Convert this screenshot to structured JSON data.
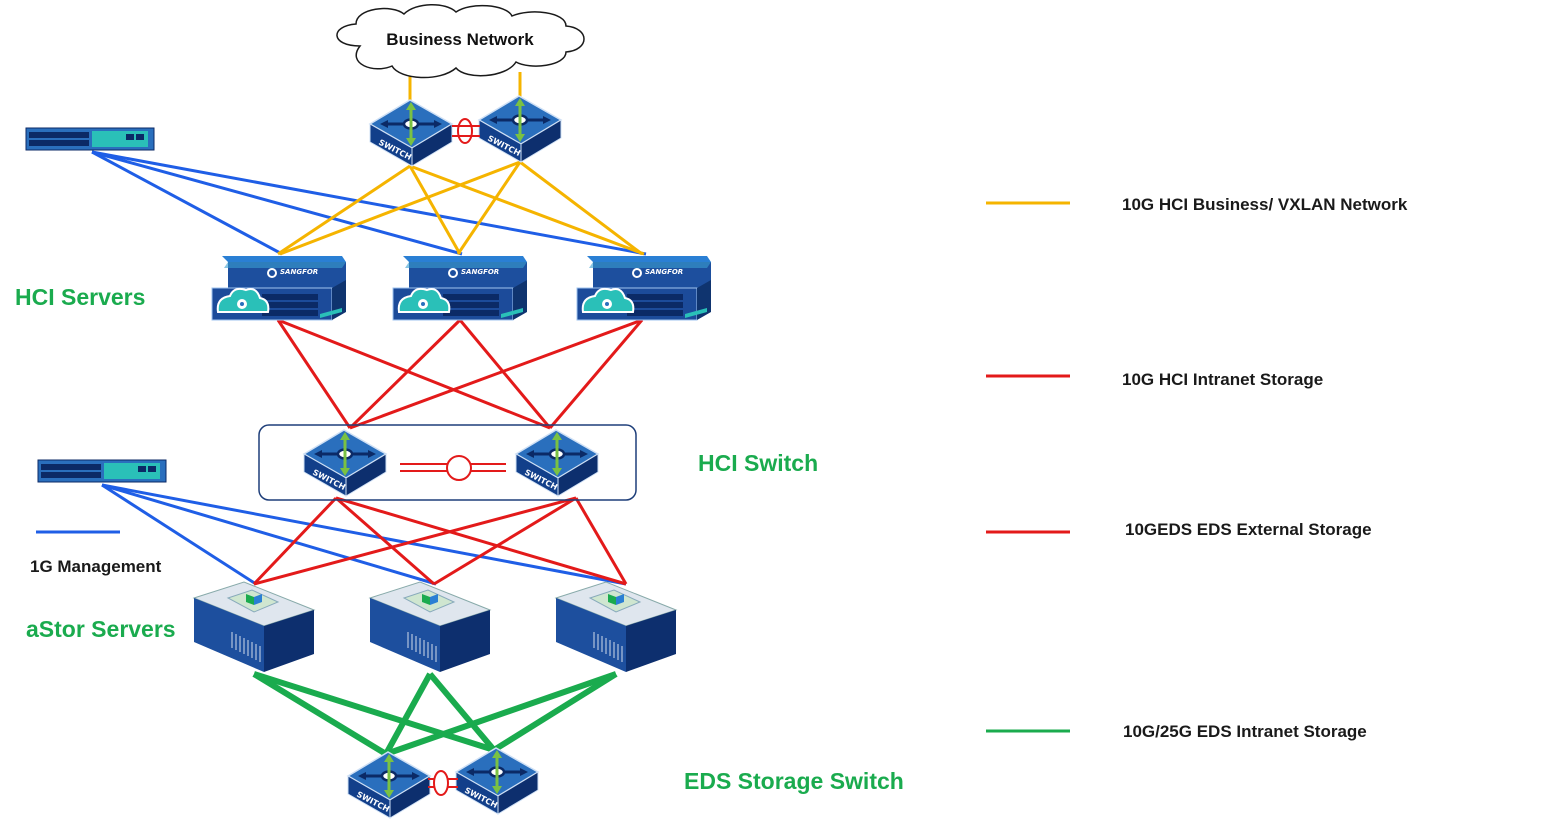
{
  "cloud": {
    "label": "Business Network"
  },
  "sections": {
    "hci_servers": "HCI Servers",
    "hci_switch": "HCI Switch",
    "astor_servers": "aStor Servers",
    "eds_storage_switch": "EDS Storage Switch"
  },
  "device_text": {
    "switch": "SWITCH",
    "brand": "SANGFOR"
  },
  "legend": [
    {
      "label": "10G HCI Business/ VXLAN Network",
      "color": "#f5b400"
    },
    {
      "label": "10G HCI Intranet Storage",
      "color": "#e31a1a"
    },
    {
      "label": "10GEDS EDS External Storage",
      "color": "#e31a1a"
    },
    {
      "label": "10G/25G EDS Intranet Storage",
      "color": "#1aab4e"
    }
  ],
  "management_legend": {
    "label": "1G Management",
    "color": "#1f5ee6"
  }
}
